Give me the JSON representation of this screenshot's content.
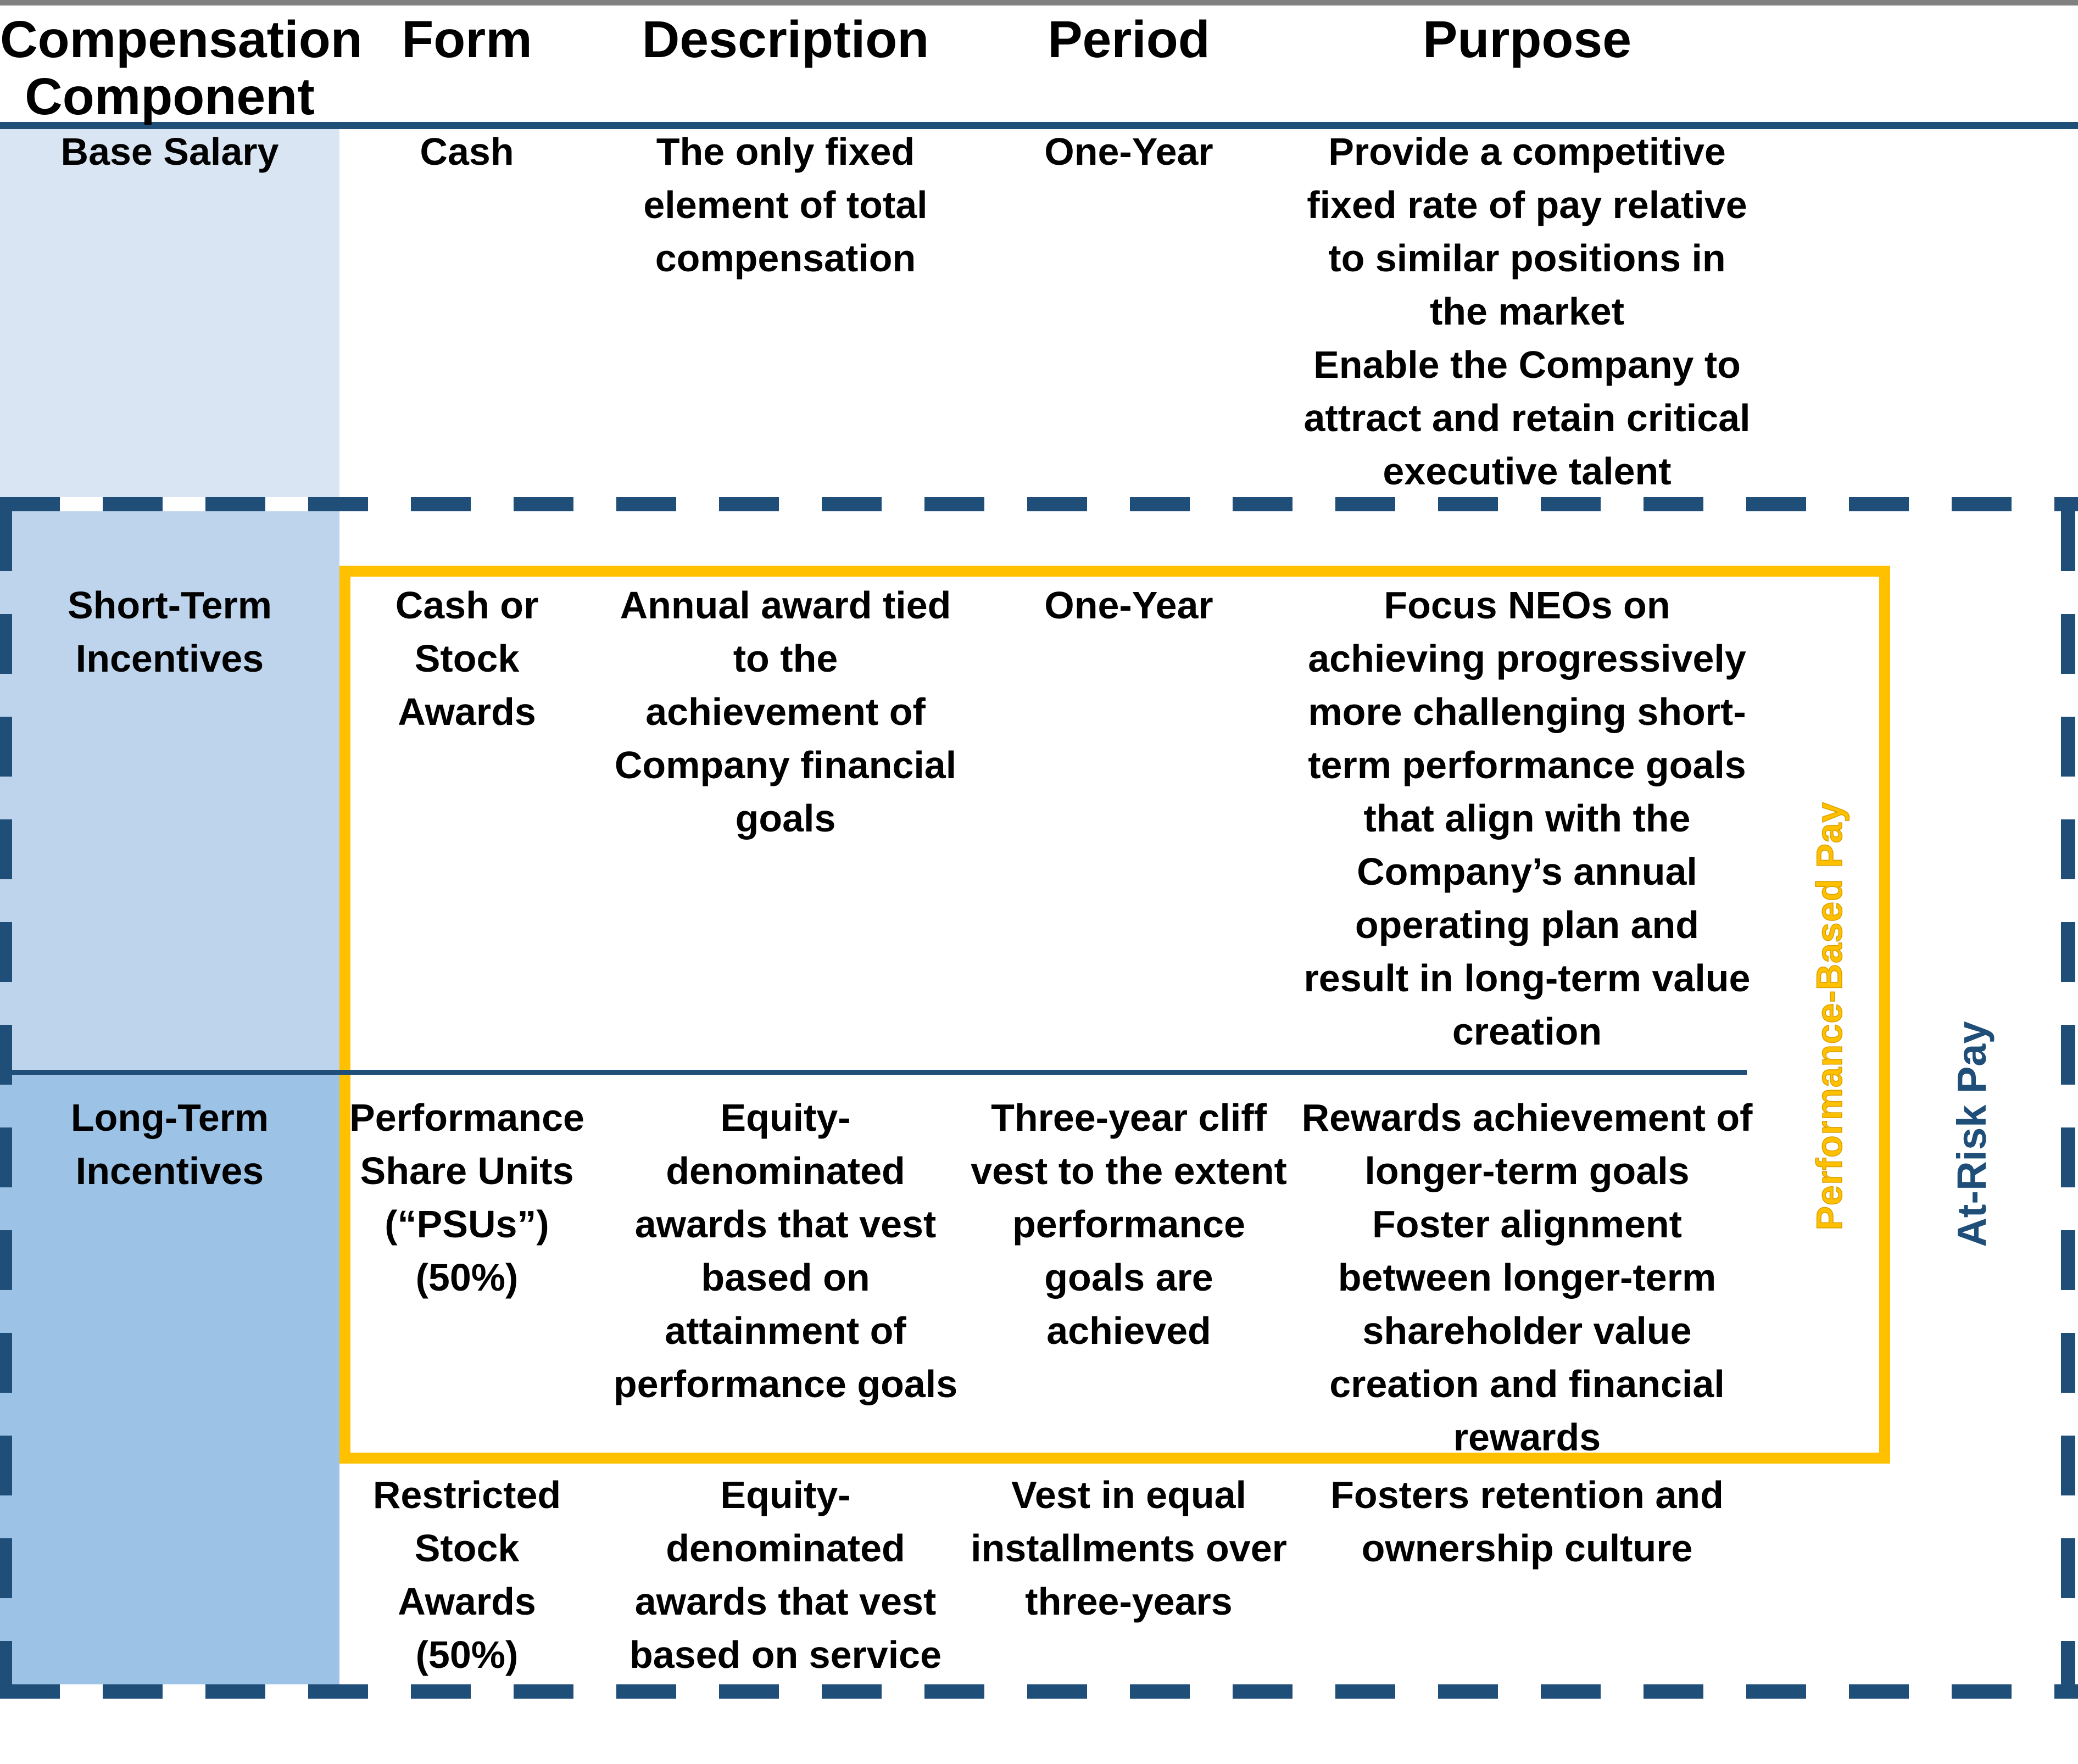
{
  "table": {
    "headers": {
      "component": "Compensation\nComponent",
      "form": "Form",
      "description": "Description",
      "period": "Period",
      "purpose": "Purpose"
    },
    "rows": {
      "base_salary": {
        "component": "Base Salary",
        "form": "Cash",
        "description": "The only fixed\nelement of total\ncompensation",
        "period": "One-Year",
        "purpose": "Provide a competitive\nfixed rate of pay relative\nto similar positions in\nthe market\nEnable the Company to\nattract and retain critical\nexecutive talent"
      },
      "short_term": {
        "component": "Short-Term\nIncentives",
        "form": "Cash or\nStock\nAwards",
        "description": "Annual award tied\nto the\nachievement of\nCompany financial\ngoals",
        "period": "One-Year",
        "purpose": "Focus NEOs on\nachieving progressively\nmore challenging short-\nterm performance goals\nthat align with the\nCompany’s annual\noperating plan and\nresult in long-term value\ncreation"
      },
      "long_term_psu": {
        "component": "Long-Term\nIncentives",
        "form": "Performance\nShare Units\n(“PSUs”)\n(50%)",
        "description": "Equity-\ndenominated\nawards that vest\nbased on\nattainment of\nperformance goals",
        "period": "Three-year cliff\nvest to the extent\nperformance\ngoals are\nachieved",
        "purpose": "Rewards achievement of\nlonger-term goals\nFoster alignment\nbetween longer-term\nshareholder value\ncreation and financial\nrewards"
      },
      "long_term_rsa": {
        "form": "Restricted\nStock\nAwards\n(50%)",
        "description": "Equity-\ndenominated\nawards that vest\nbased on service",
        "period": "Vest in equal\ninstallments over\nthree-years",
        "purpose": "Fosters retention and\nownership culture"
      }
    }
  },
  "annotations": {
    "performance_based_pay": "Performance-Based Pay",
    "at_risk_pay": "At-Risk Pay"
  },
  "colors": {
    "row_base_salary_bg": "#D9E5F2",
    "row_short_term_bg": "#BDD4EC",
    "row_long_term_bg": "#9CC2E5",
    "dark_blue": "#1F4E79",
    "gold": "#FFC000",
    "top_rule_gray": "#808080"
  }
}
